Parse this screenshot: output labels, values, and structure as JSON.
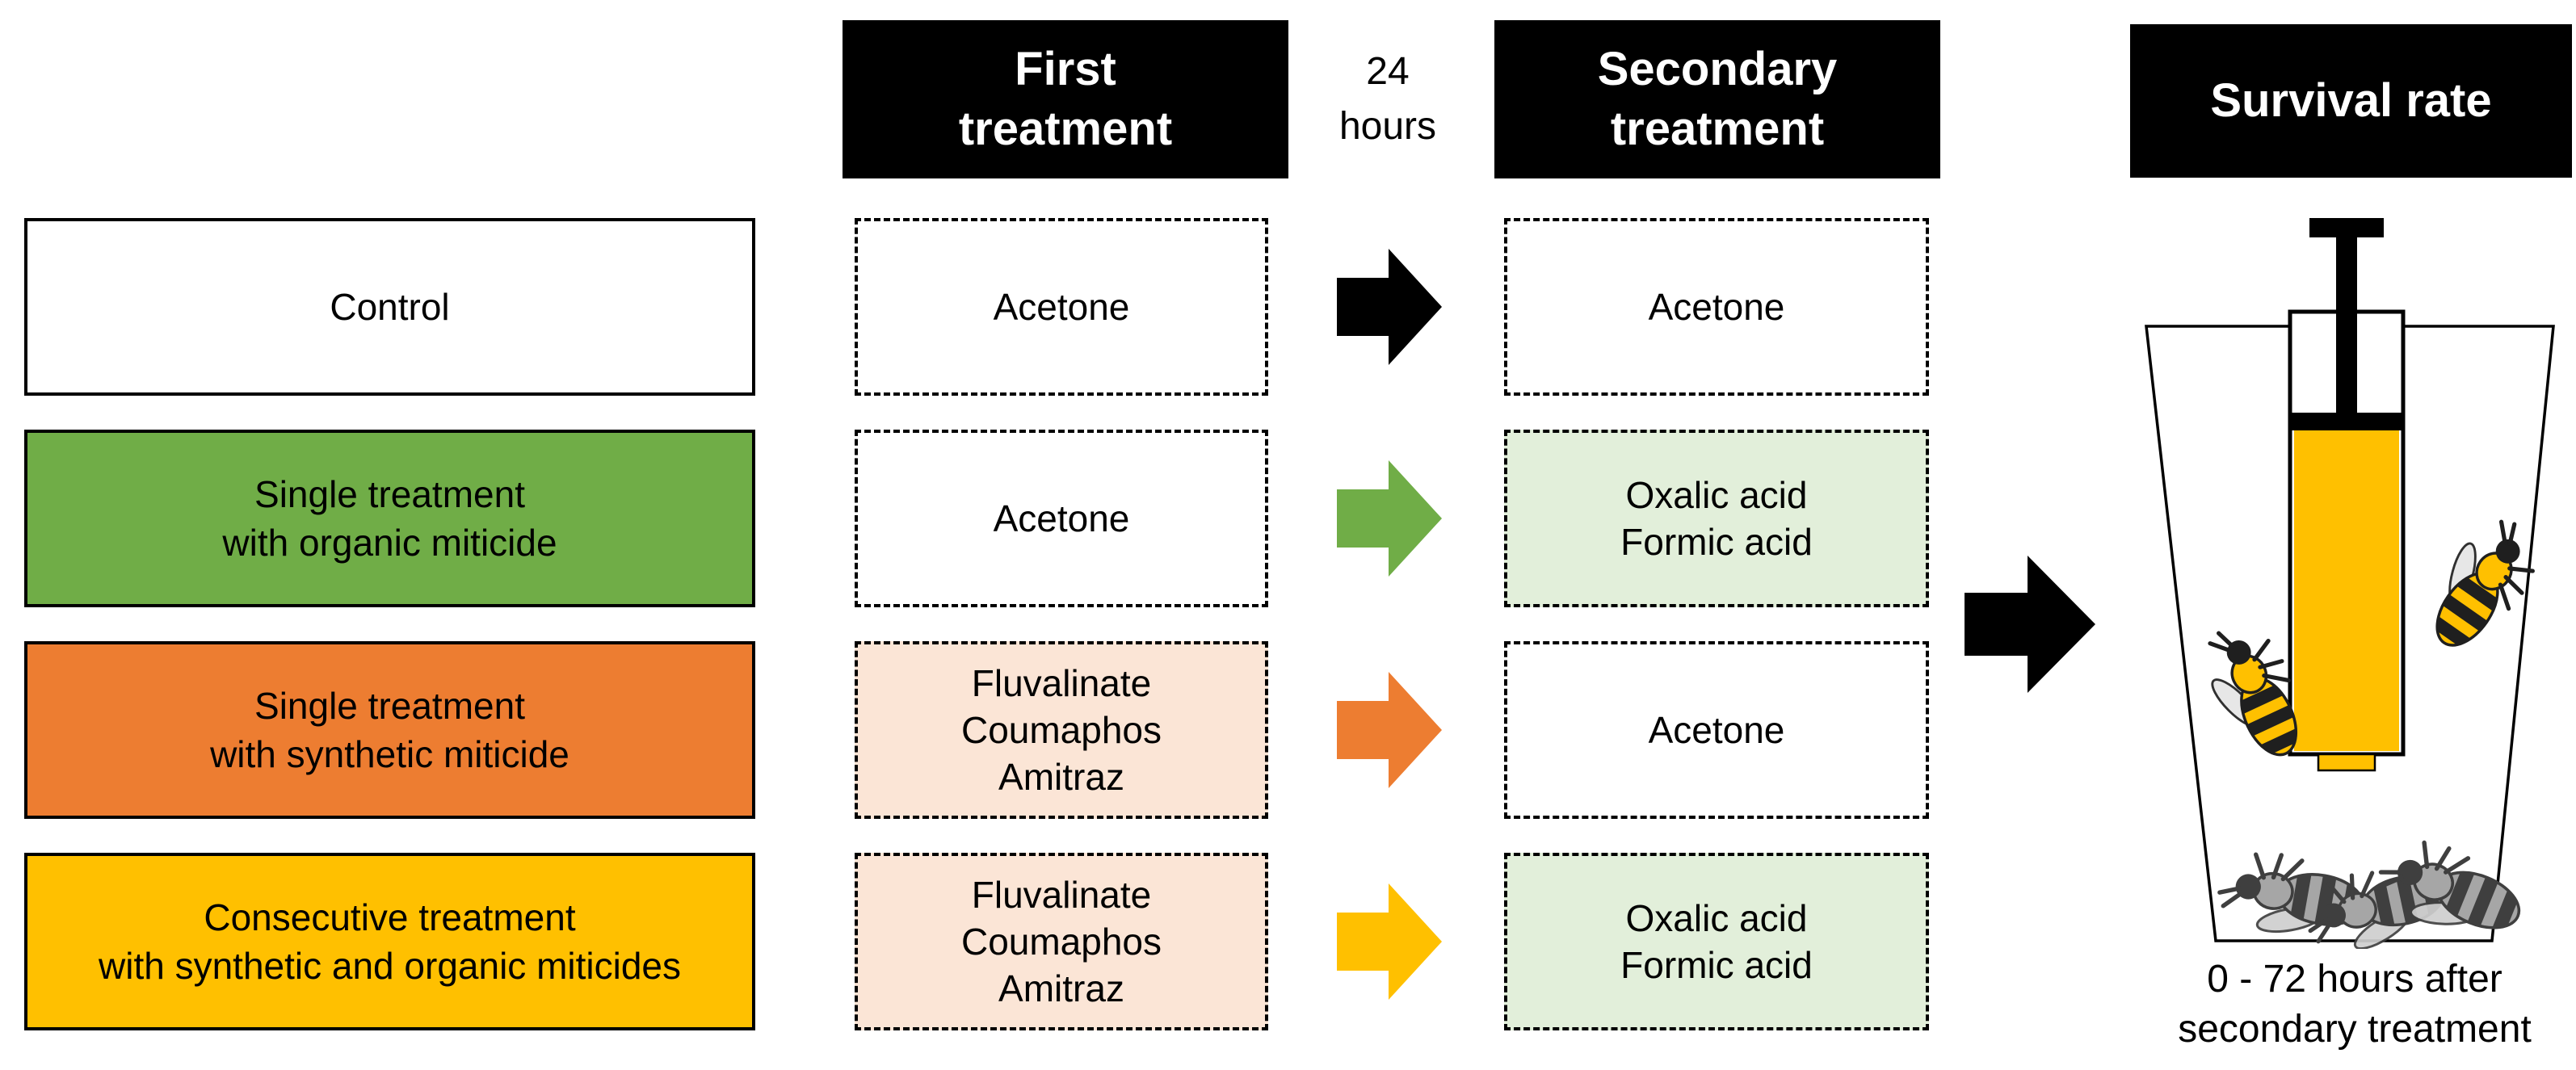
{
  "colors": {
    "black": "#000000",
    "green": "#70AD47",
    "orange": "#ED7D31",
    "gold": "#FFC000",
    "peach-light": "#FBE5D6",
    "green-light": "#E2EFDA",
    "white": "#FFFFFF",
    "bee-body": "#FFC000",
    "bee-stripe": "#1F1F1F",
    "bee-wing": "#E6E6E6",
    "dead-body": "#A6A6A6",
    "dead-stripe": "#3F3F3F",
    "dead-wing": "#CFCFCF"
  },
  "headers": {
    "first_treatment": {
      "line1": "First",
      "line2": "treatment"
    },
    "interval": {
      "line1": "24",
      "line2": "hours"
    },
    "secondary_treatment": {
      "line1": "Secondary",
      "line2": "treatment"
    },
    "survival_rate": "Survival rate"
  },
  "rows": [
    {
      "group": {
        "line1": "Control",
        "bg": "#FFFFFF"
      },
      "first": {
        "line1": "Acetone",
        "bg": "#FFFFFF"
      },
      "arrow": "#000000",
      "secondary": {
        "line1": "Acetone",
        "bg": "#FFFFFF"
      }
    },
    {
      "group": {
        "line1": "Single treatment",
        "line2": "with organic miticide",
        "bg": "#70AD47"
      },
      "first": {
        "line1": "Acetone",
        "bg": "#FFFFFF"
      },
      "arrow": "#70AD47",
      "secondary": {
        "line1": "Oxalic acid",
        "line2": "Formic acid",
        "bg": "#E2EFDA"
      }
    },
    {
      "group": {
        "line1": "Single treatment",
        "line2": "with synthetic miticide",
        "bg": "#ED7D31"
      },
      "first": {
        "line1": "Fluvalinate",
        "line2": "Coumaphos",
        "line3": "Amitraz",
        "bg": "#FBE5D6"
      },
      "arrow": "#ED7D31",
      "secondary": {
        "line1": "Acetone",
        "bg": "#FFFFFF"
      }
    },
    {
      "group": {
        "line1": "Consecutive treatment",
        "line2": "with synthetic and organic miticides",
        "bg": "#FFC000"
      },
      "first": {
        "line1": "Fluvalinate",
        "line2": "Coumaphos",
        "line3": "Amitraz",
        "bg": "#FBE5D6"
      },
      "arrow": "#FFC000",
      "secondary": {
        "line1": "Oxalic acid",
        "line2": "Formic acid",
        "bg": "#E2EFDA"
      }
    }
  ],
  "survival": {
    "caption_line1": "0 - 72 hours after",
    "caption_line2": "secondary treatment"
  }
}
